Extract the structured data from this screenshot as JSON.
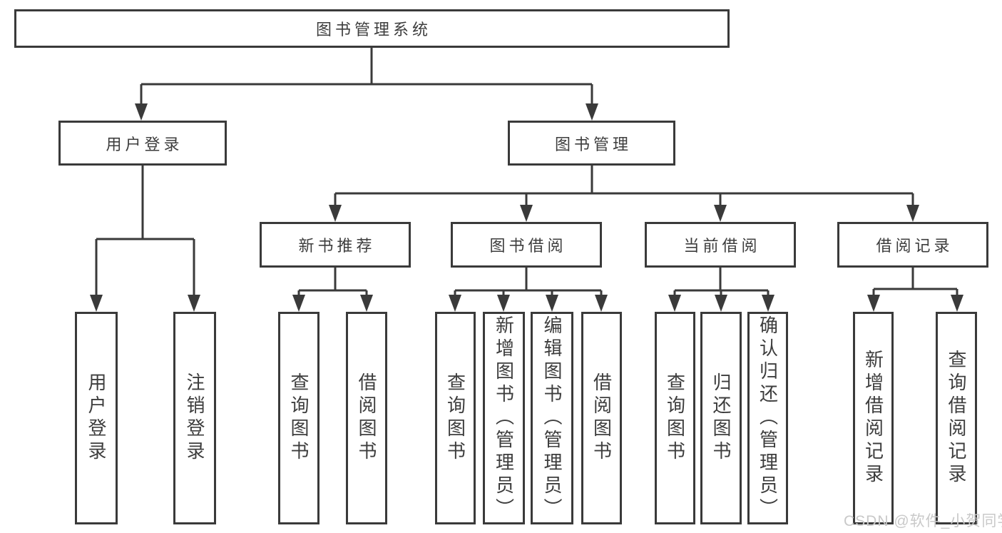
{
  "tree": {
    "root": "图书管理系统",
    "children": [
      {
        "label": "用户登录",
        "children": [
          "用户登录",
          "注销登录"
        ]
      },
      {
        "label": "图书管理",
        "children": [
          {
            "label": "新书推荐",
            "children": [
              "查询图书",
              "借阅图书"
            ]
          },
          {
            "label": "图书借阅",
            "children": [
              "查询图书",
              "新增图书（管理员）",
              "编辑图书（管理员）",
              "借阅图书"
            ]
          },
          {
            "label": "当前借阅",
            "children": [
              "查询图书",
              "归还图书",
              "确认归还（管理员）"
            ]
          },
          {
            "label": "借阅记录",
            "children": [
              "新增借阅记录",
              "查询借阅记录"
            ]
          }
        ]
      }
    ]
  },
  "watermark": {
    "text": "CSDN @软件_小贺同学"
  },
  "colors": {
    "line": "#3a3a3a",
    "text": "#3d3d3d",
    "watermark": "#c9c9c9",
    "background": "#ffffff"
  }
}
